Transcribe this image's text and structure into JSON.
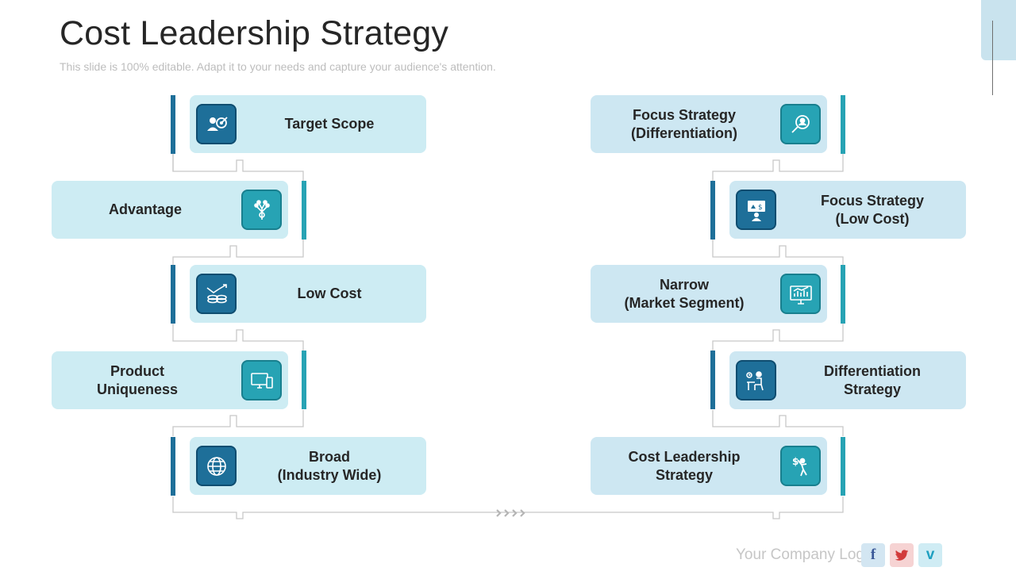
{
  "header": {
    "title": "Cost Leadership Strategy",
    "subtitle": "This slide is 100% editable. Adapt it to your needs and capture your audience's attention."
  },
  "left_column": [
    {
      "label": "Target Scope",
      "icon": "target-user-icon"
    },
    {
      "label": "Advantage",
      "icon": "tree-network-icon"
    },
    {
      "label": "Low Cost",
      "icon": "coins-decline-icon"
    },
    {
      "label": "Product\nUniqueness",
      "icon": "devices-icon"
    },
    {
      "label": "Broad\n(Industry Wide)",
      "icon": "globe-icon"
    }
  ],
  "right_column": [
    {
      "label": "Focus Strategy\n(Differentiation)",
      "icon": "search-user-icon"
    },
    {
      "label": "Focus Strategy\n(Low Cost)",
      "icon": "presentation-dollar-icon"
    },
    {
      "label": "Narrow\n(Market Segment)",
      "icon": "monitor-chart-icon"
    },
    {
      "label": "Differentiation\nStrategy",
      "icon": "person-at-desk-icon"
    },
    {
      "label": "Cost Leadership\nStrategy",
      "icon": "person-dollar-icon"
    }
  ],
  "footer": {
    "logo_text": "Your Company Logo",
    "social": [
      {
        "name": "facebook-icon",
        "glyph": "f",
        "color": "#3b5998",
        "bg": "#d3e6f2"
      },
      {
        "name": "twitter-icon",
        "glyph": "🐦",
        "color": "#d23a3a",
        "bg": "#f6d3d3"
      },
      {
        "name": "vimeo-icon",
        "glyph": "v",
        "color": "#1e9fc0",
        "bg": "#cfecf4"
      }
    ]
  },
  "colors": {
    "dark_blue": "#1e6f99",
    "teal": "#27a3b4",
    "card_light": "#cdecf3",
    "connector": "#c8c8c8"
  }
}
